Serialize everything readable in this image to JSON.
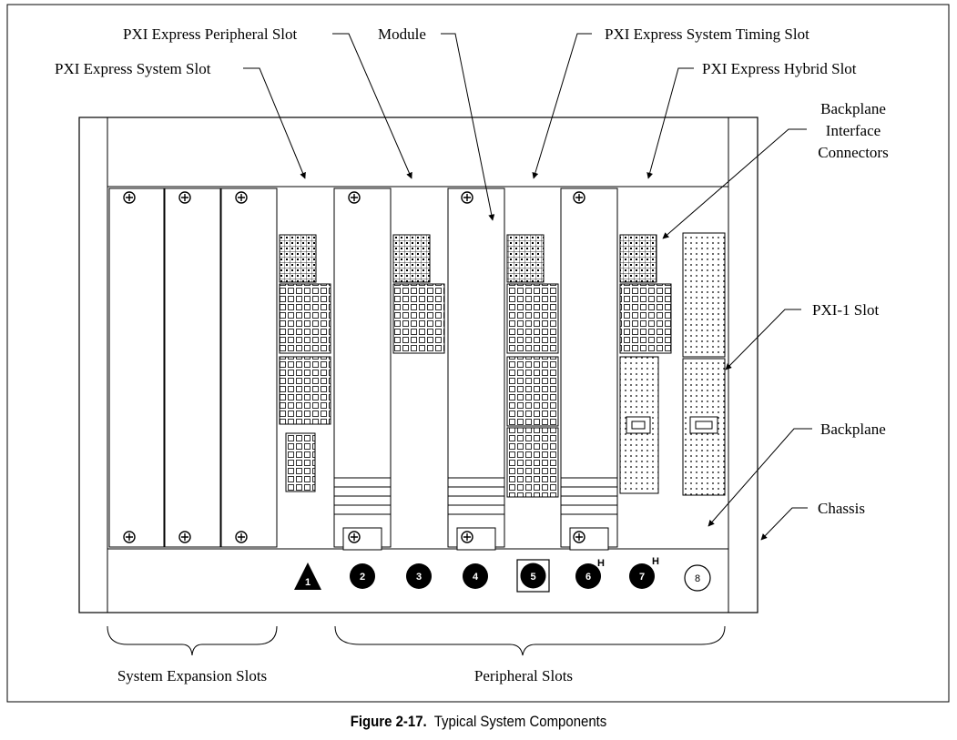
{
  "labels": {
    "pxi_express_peripheral_slot": "PXI Express Peripheral Slot",
    "module": "Module",
    "pxi_express_system_timing_slot": "PXI Express System Timing Slot",
    "pxi_express_system_slot": "PXI Express System Slot",
    "pxi_express_hybrid_slot": "PXI Express Hybrid Slot",
    "backplane_interface_connectors": [
      "Backplane",
      "Interface",
      "Connectors"
    ],
    "pxi1_slot": "PXI-1 Slot",
    "backplane": "Backplane",
    "chassis": "Chassis",
    "system_expansion_slots": "System Expansion Slots",
    "peripheral_slots": "Peripheral Slots"
  },
  "slot_numbers": [
    "1",
    "2",
    "3",
    "4",
    "5",
    "6",
    "7",
    "8"
  ],
  "hybrid_mark": "H",
  "caption": {
    "number": "Figure 2-17.",
    "title": "Typical System Components"
  }
}
